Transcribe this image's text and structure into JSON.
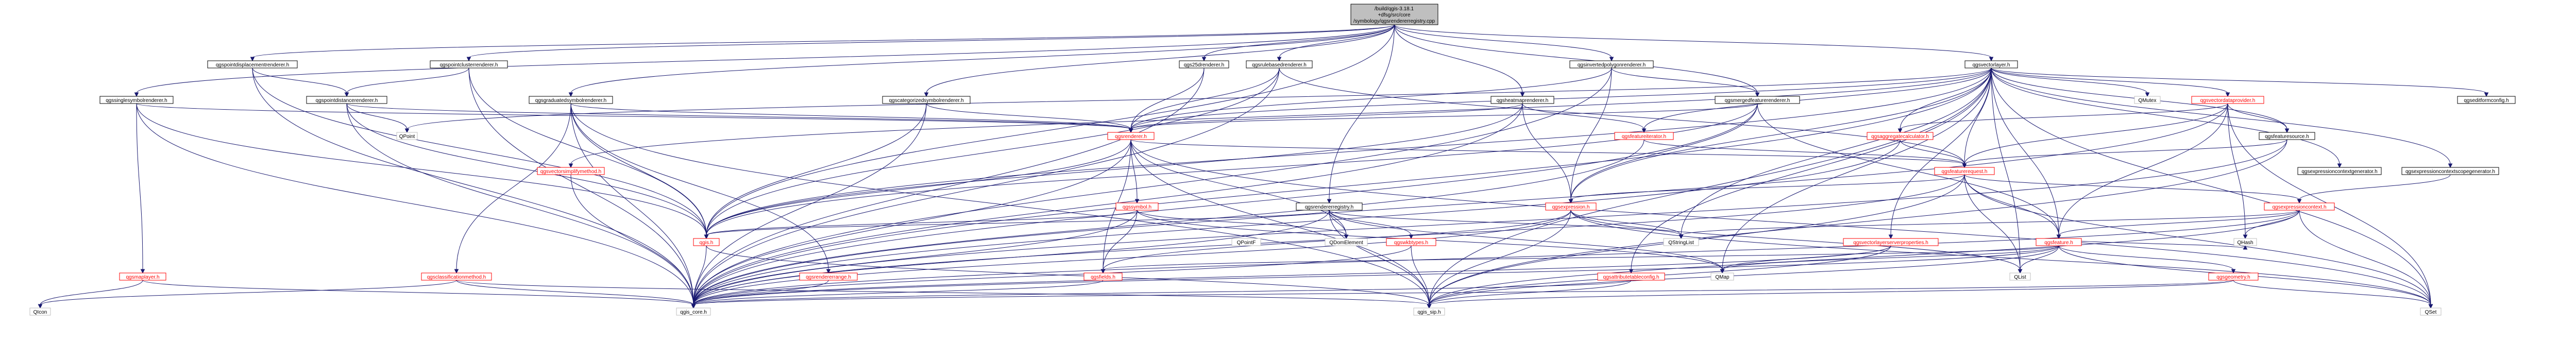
{
  "colors": {
    "root_fill": "#bfbfbf",
    "node_fill": "#ffffff",
    "node_stroke_black": "#000000",
    "node_stroke_gray": "#bfbfbf",
    "node_stroke_red": "#ff0000",
    "text_default": "#000000",
    "edge": "#191970"
  },
  "nodes": {
    "root": [
      "/build/qgis-3.18.1",
      "+dfsg/src/core",
      "/symbology/qgsrendererregistry.cpp"
    ],
    "pointdisp": "qgspointdisplacementrenderer.h",
    "pointcluster": "qgspointclusterrenderer.h",
    "invpoly": "qgsinvertedpolygonrenderer.h",
    "vectorlayer": "qgsvectorlayer.h",
    "singlesym": "qgssinglesymbolrenderer.h",
    "pointdist": "qgspointdistancerenderer.h",
    "gradsym": "qgsgraduatedsymbolrenderer.h",
    "rulebased": "qgsrulebasedrenderer.h",
    "catsym": "qgscategorizedsymbolrenderer.h",
    "r25d": "qgs25drenderer.h",
    "heatmap": "qgsheatmaprenderer.h",
    "merged": "qgsmergedfeaturerenderer.h",
    "renderer": "qgsrenderer.h",
    "featiter": "qgsfeatureiterator.h",
    "featreq": "qgsfeaturerequest.h",
    "featsrc": "qgsfeaturesource.h",
    "vdp": "qgsvectordataprovider.h",
    "aggcalc": "qgsaggregatecalculator.h",
    "qmutex": "QMutex",
    "editform": "qgseditformconfig.h",
    "exprctxgen": "qgsexpressioncontextgenerator.h",
    "exprctxscopegen": "qgsexpressioncontextscopegenerator.h",
    "exprctx": "qgsexpressioncontext.h",
    "expression": "qgsexpression.h",
    "symbol": "qgssymbol.h",
    "qgis": "qgis.h",
    "qpointf": "QPointF",
    "vsimplify": "qgsvectorsimplifymethod.h",
    "mapcanvas": "qgsmaplayer.h",
    "classmethod": "qgsclassificationmethod.h",
    "rendererrange": "qgsrendererrange.h",
    "registry": "qgsrendererregistry.h",
    "wkbtypes": "qgswkbtypes.h",
    "fields": "qgsfields.h",
    "qdomelement": "QDomElement",
    "qstringlist": "QStringList",
    "vlsp": "qgsvectorlayerserverproperties.h",
    "attrtable": "qgsattributetableconfig.h",
    "feature": "qgsfeature.h",
    "geometry": "qgsgeometry.h",
    "qmap": "QMap",
    "qhash": "QHash",
    "qlist": "QList",
    "qset": "QSet",
    "qicon": "QIcon",
    "qgis_core": "qgis_core.h",
    "qgis_sip": "qgis_sip.h"
  }
}
